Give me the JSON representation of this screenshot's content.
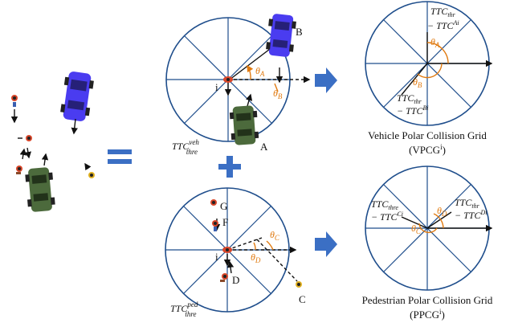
{
  "labels": {
    "B": "B",
    "A": "A",
    "G": "G",
    "F": "F",
    "D": "D",
    "C": "C",
    "i_top": "i",
    "i_bottom": "i"
  },
  "ttc": {
    "veh_main": "TTC",
    "veh_sub": "thre",
    "veh_sup": "veh",
    "ped_main": "TTC",
    "ped_sub": "thre",
    "ped_sup": "ped"
  },
  "angles": {
    "theta_A": "θ",
    "theta_A_sub": "A",
    "theta_B": "θ",
    "theta_B_sub": "B",
    "theta_C": "θ",
    "theta_C_sub": "C",
    "theta_D": "θ",
    "theta_D_sub": "D"
  },
  "vpcg": {
    "top_line1": "TTC",
    "top_line1_sub": "thr",
    "top_line2": "− TTC",
    "top_line2_sup": "Ai",
    "bot_line1": "TTC",
    "bot_line1_sub": "thr",
    "bot_line2": "− TTC",
    "bot_line2_sup": "Bi",
    "caption_line1": "Vehicle Polar Collision Grid",
    "caption_line2": "(VPCG",
    "caption_sup": "i",
    "caption_end": ")"
  },
  "ppcg": {
    "left_line1": "TTC",
    "left_line1_sub": "thre",
    "left_line2": "− TTC",
    "left_line2_sup": "Ci",
    "right_line1": "TTC",
    "right_line1_sub": "thr",
    "right_line2": "− TTC",
    "right_line2_sup": "Di",
    "caption_line1": "Pedestrian Polar Collision Grid",
    "caption_line2": "(PPCG",
    "caption_sup": "i",
    "caption_end": ")"
  },
  "operators": {
    "equals": "=",
    "plus": "+"
  },
  "colors": {
    "grid_blue": "#1f4e8c",
    "arrow_blue": "#3b6fc4",
    "angle_orange": "#e07a10",
    "vehicle_purple": "#4a3cf0",
    "vehicle_green": "#4c6a3c"
  },
  "icons": [
    "vehicle-icon",
    "pedestrian-icon",
    "block-arrow-icon"
  ]
}
